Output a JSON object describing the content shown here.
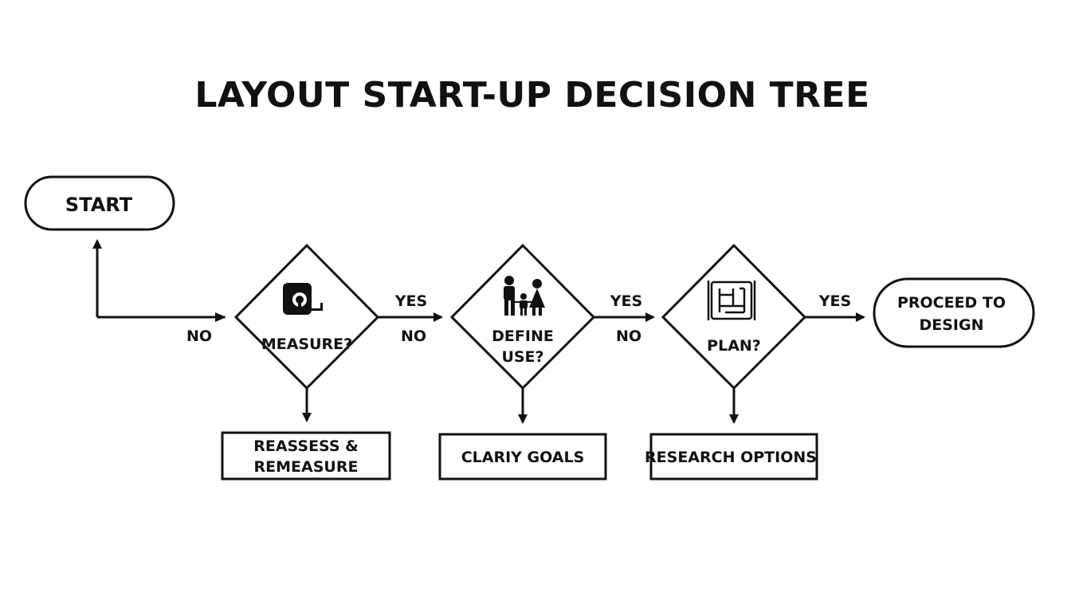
{
  "title": "LAYOUT START-UP DECISION TREE",
  "nodes": {
    "start": "START",
    "measure": "MEASURE?",
    "define_line1": "DEFINE",
    "define_line2": "USE?",
    "plan": "PLAN?",
    "proceed_line1": "PROCEED TO",
    "proceed_line2": "DESIGN",
    "reassess_line1": "REASSESS &",
    "reassess_line2": "REMEASURE",
    "clarify": "CLARIY GOALS",
    "research": "RESEARCH OPTIONS"
  },
  "edge_labels": {
    "no_left": "NO",
    "yes_1": "YES",
    "no_1": "NO",
    "yes_2": "YES",
    "no_2": "NO",
    "yes_3": "YES"
  },
  "icons": {
    "measure": "tape-measure-icon",
    "define": "family-icon",
    "plan": "blueprint-icon"
  },
  "colors": {
    "stroke": "#111111",
    "background": "#ffffff"
  }
}
